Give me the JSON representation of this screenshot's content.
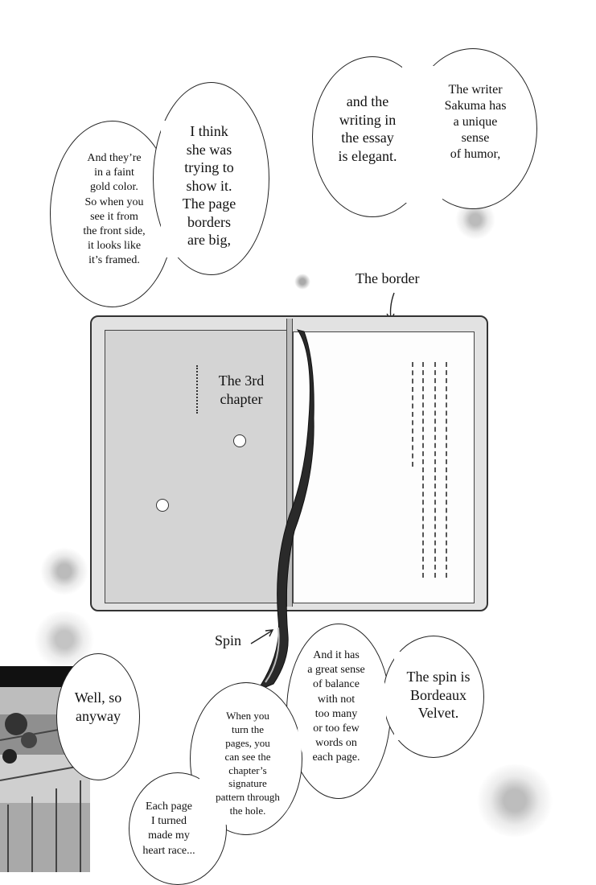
{
  "bubbles": {
    "humor": "The writer\nSakuma has\na unique\nsense\nof humor,",
    "elegant": "and the\nwriting in\nthe essay\nis elegant.",
    "show_it": "I think\nshe was\ntrying to\nshow it.\nThe page\nborders\nare big,",
    "gold": "And they’re\nin a faint\ngold color.\nSo when you\nsee it from\nthe front side,\nit looks like\nit’s framed.",
    "anyway": "Well, so\nanyway",
    "balance": "And it has\na great sense\nof balance\nwith not\ntoo many\nor too few\nwords on\neach page.",
    "bordeaux": "The spin is\nBordeaux\nVelvet.",
    "turn_pages": "When you\nturn the\npages, you\ncan see the\nchapter’s\nsignature\npattern through\nthe hole.",
    "heart": "Each page\nI turned\nmade my\nheart race..."
  },
  "labels": {
    "border": "The border",
    "chapter": "The 3rd\nchapter",
    "spin": "Spin"
  },
  "colors": {
    "ink": "#111111",
    "left_page": "#d4d4d4",
    "ribbon": "#2a2a2a"
  }
}
